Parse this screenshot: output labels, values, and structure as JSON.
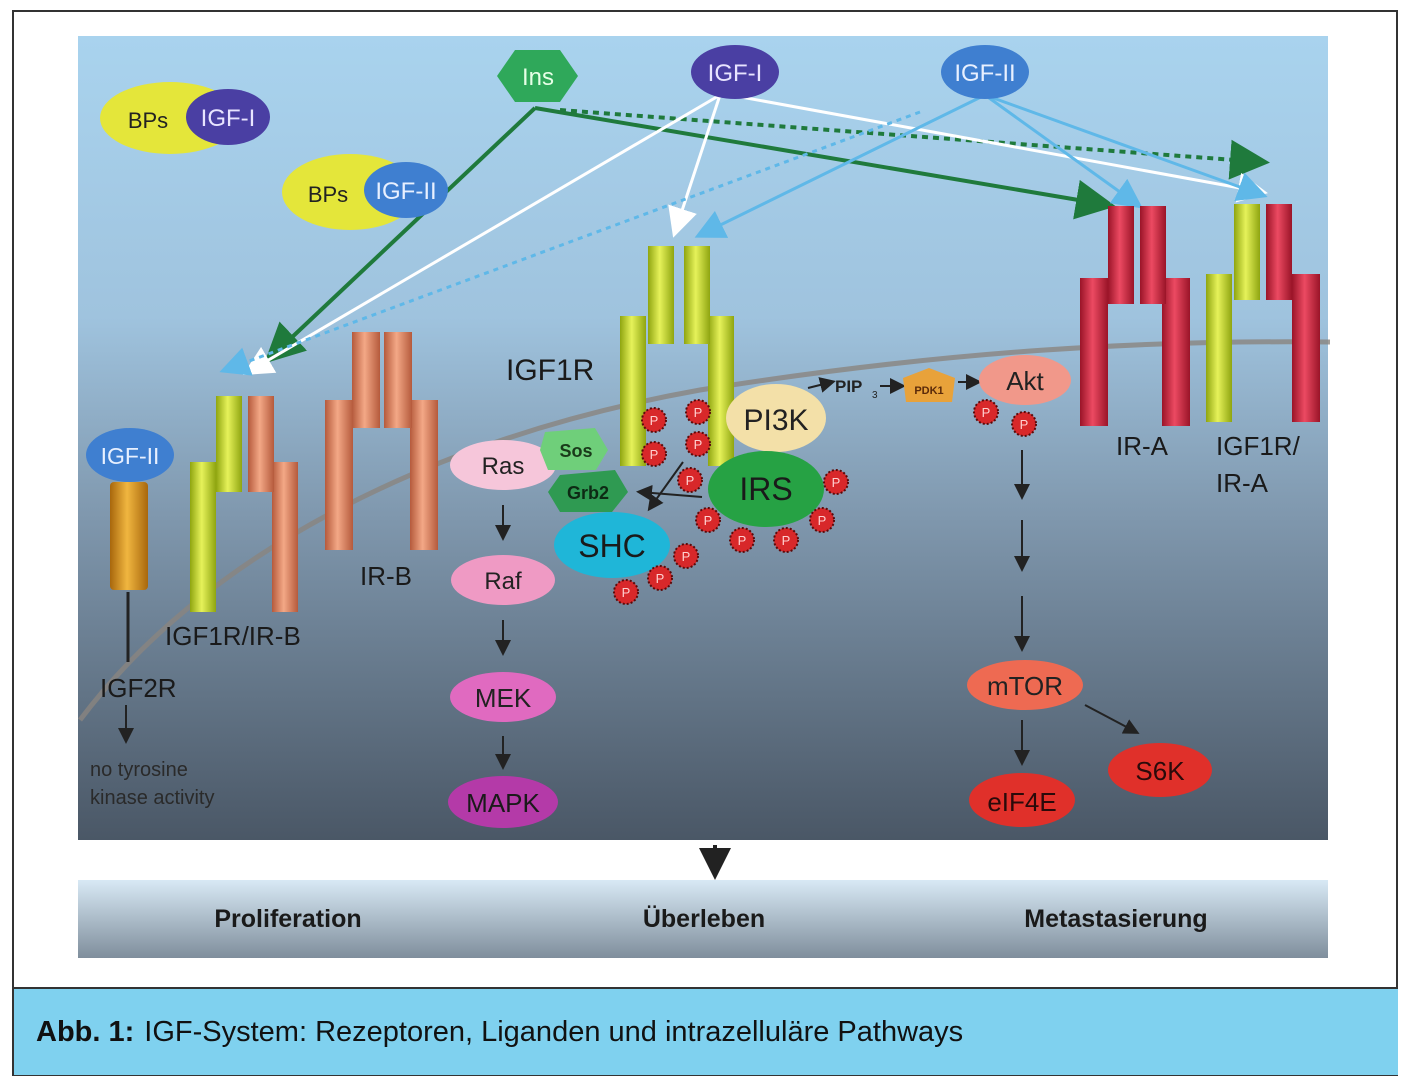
{
  "ligands_top": {
    "ins": "Ins",
    "igf1": "IGF-I",
    "igf2": "IGF-II"
  },
  "binding_proteins": [
    {
      "bp": "BPs",
      "ligand": "IGF-I"
    },
    {
      "bp": "BPs",
      "ligand": "IGF-II"
    }
  ],
  "receptors": {
    "igf2r_ligand": "IGF-II",
    "igf2r": "IGF2R",
    "igf2r_note_line1": "no tyrosine",
    "igf2r_note_line2": "kinase activity",
    "igf1r_irb": "IGF1R/IR-B",
    "irb": "IR-B",
    "igf1r": "IGF1R",
    "ira": "IR-A",
    "igf1r_ira_line1": "IGF1R/",
    "igf1r_ira_line2": "IR-A"
  },
  "signaling": {
    "ras": "Ras",
    "raf": "Raf",
    "mek": "MEK",
    "mapk": "MAPK",
    "sos": "Sos",
    "grb2": "Grb2",
    "shc": "SHC",
    "pi3k": "PI3K",
    "irs": "IRS",
    "pip3": "PIP",
    "pip3_sub": "3",
    "pdk1": "PDK1",
    "akt": "Akt",
    "mtor": "mTOR",
    "eif4e": "eIF4E",
    "s6k": "S6K",
    "phospho": "P"
  },
  "outcomes": [
    "Proliferation",
    "Überleben",
    "Metastasierung"
  ],
  "caption": {
    "label": "Abb. 1:",
    "text": "IGF-System: Rezeptoren, Liganden und intrazelluläre Pathways"
  },
  "colors": {
    "ins": "#2fa85a",
    "igf1": "#4a3fa3",
    "igf2": "#3f7fd0",
    "igf1r_chain": "#c9dd2a",
    "irb_chain": "#e59070",
    "ira_chain": "#d9304a",
    "insulin_arrow": "#1f7a3c",
    "igf2_arrow": "#5fb8e8"
  }
}
